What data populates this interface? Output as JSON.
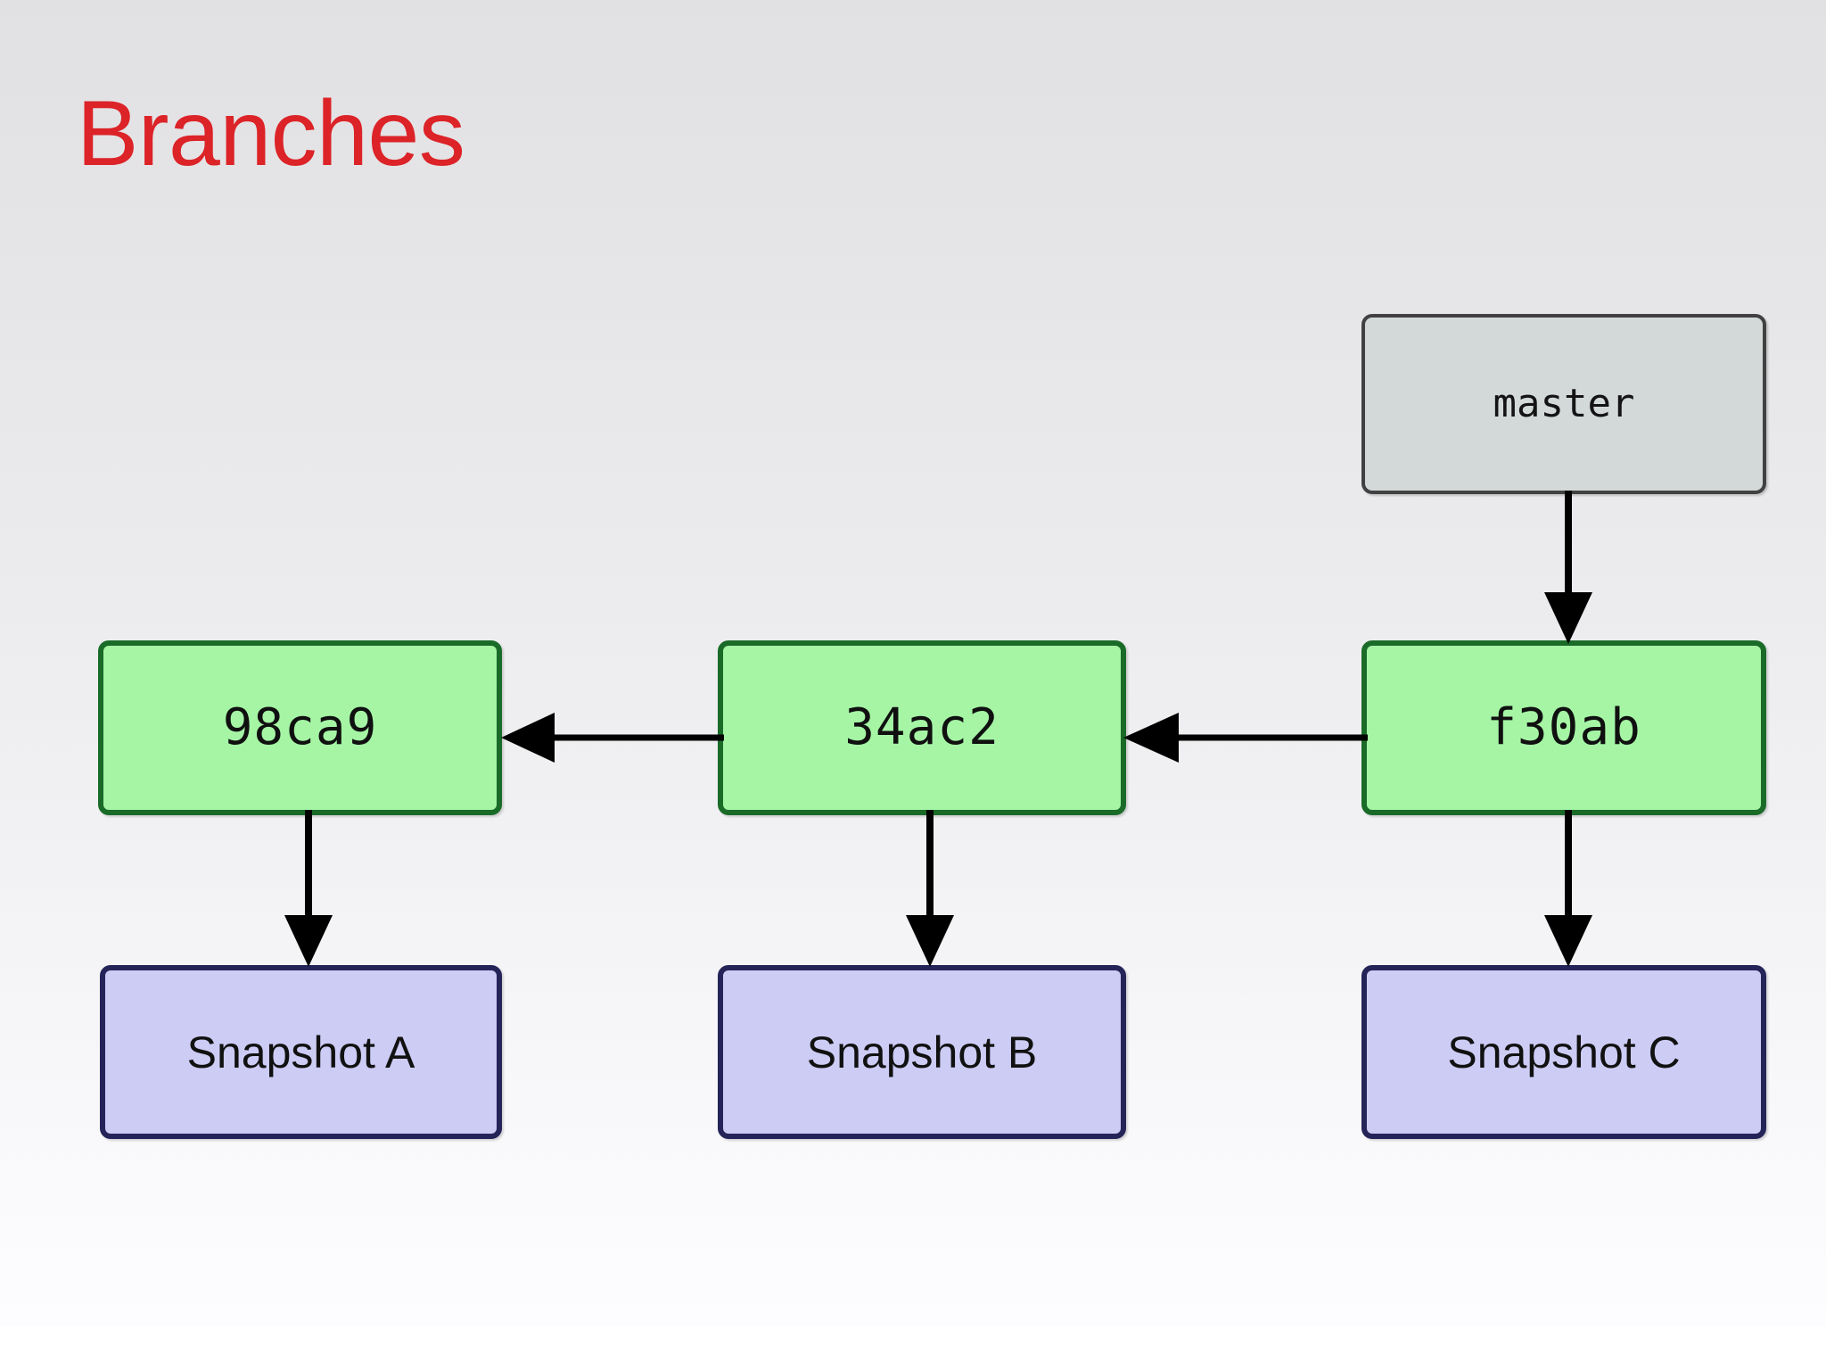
{
  "slide": {
    "title": "Branches",
    "title_color": "#dc2328",
    "background_top_color": "#e1e1e3",
    "background_bottom_color": "#fdfdff"
  },
  "diagram": {
    "type": "git-commit-graph",
    "ref": {
      "label": "master",
      "fill": "#d3d9d9",
      "border": "#414141"
    },
    "commits": [
      {
        "label": "98ca9",
        "fill": "#a5f5a5",
        "border": "#1a6b28"
      },
      {
        "label": "34ac2",
        "fill": "#a5f5a5",
        "border": "#1a6b28"
      },
      {
        "label": "f30ab",
        "fill": "#a5f5a5",
        "border": "#1a6b28"
      }
    ],
    "snapshots": [
      {
        "label": "Snapshot A",
        "fill": "#ccccf5",
        "border": "#242459"
      },
      {
        "label": "Snapshot B",
        "fill": "#ccccf5",
        "border": "#242459"
      },
      {
        "label": "Snapshot C",
        "fill": "#ccccf5",
        "border": "#242459"
      }
    ],
    "arrows": {
      "color": "#000000",
      "commit_to_parent": [
        {
          "from": "34ac2",
          "to": "98ca9",
          "direction": "left"
        },
        {
          "from": "f30ab",
          "to": "34ac2",
          "direction": "left"
        }
      ],
      "ref_to_commit": [
        {
          "from": "master",
          "to": "f30ab",
          "direction": "down"
        }
      ],
      "commit_to_snapshot": [
        {
          "from": "98ca9",
          "to": "Snapshot A",
          "direction": "down"
        },
        {
          "from": "34ac2",
          "to": "Snapshot B",
          "direction": "down"
        },
        {
          "from": "f30ab",
          "to": "Snapshot C",
          "direction": "down"
        }
      ]
    }
  }
}
